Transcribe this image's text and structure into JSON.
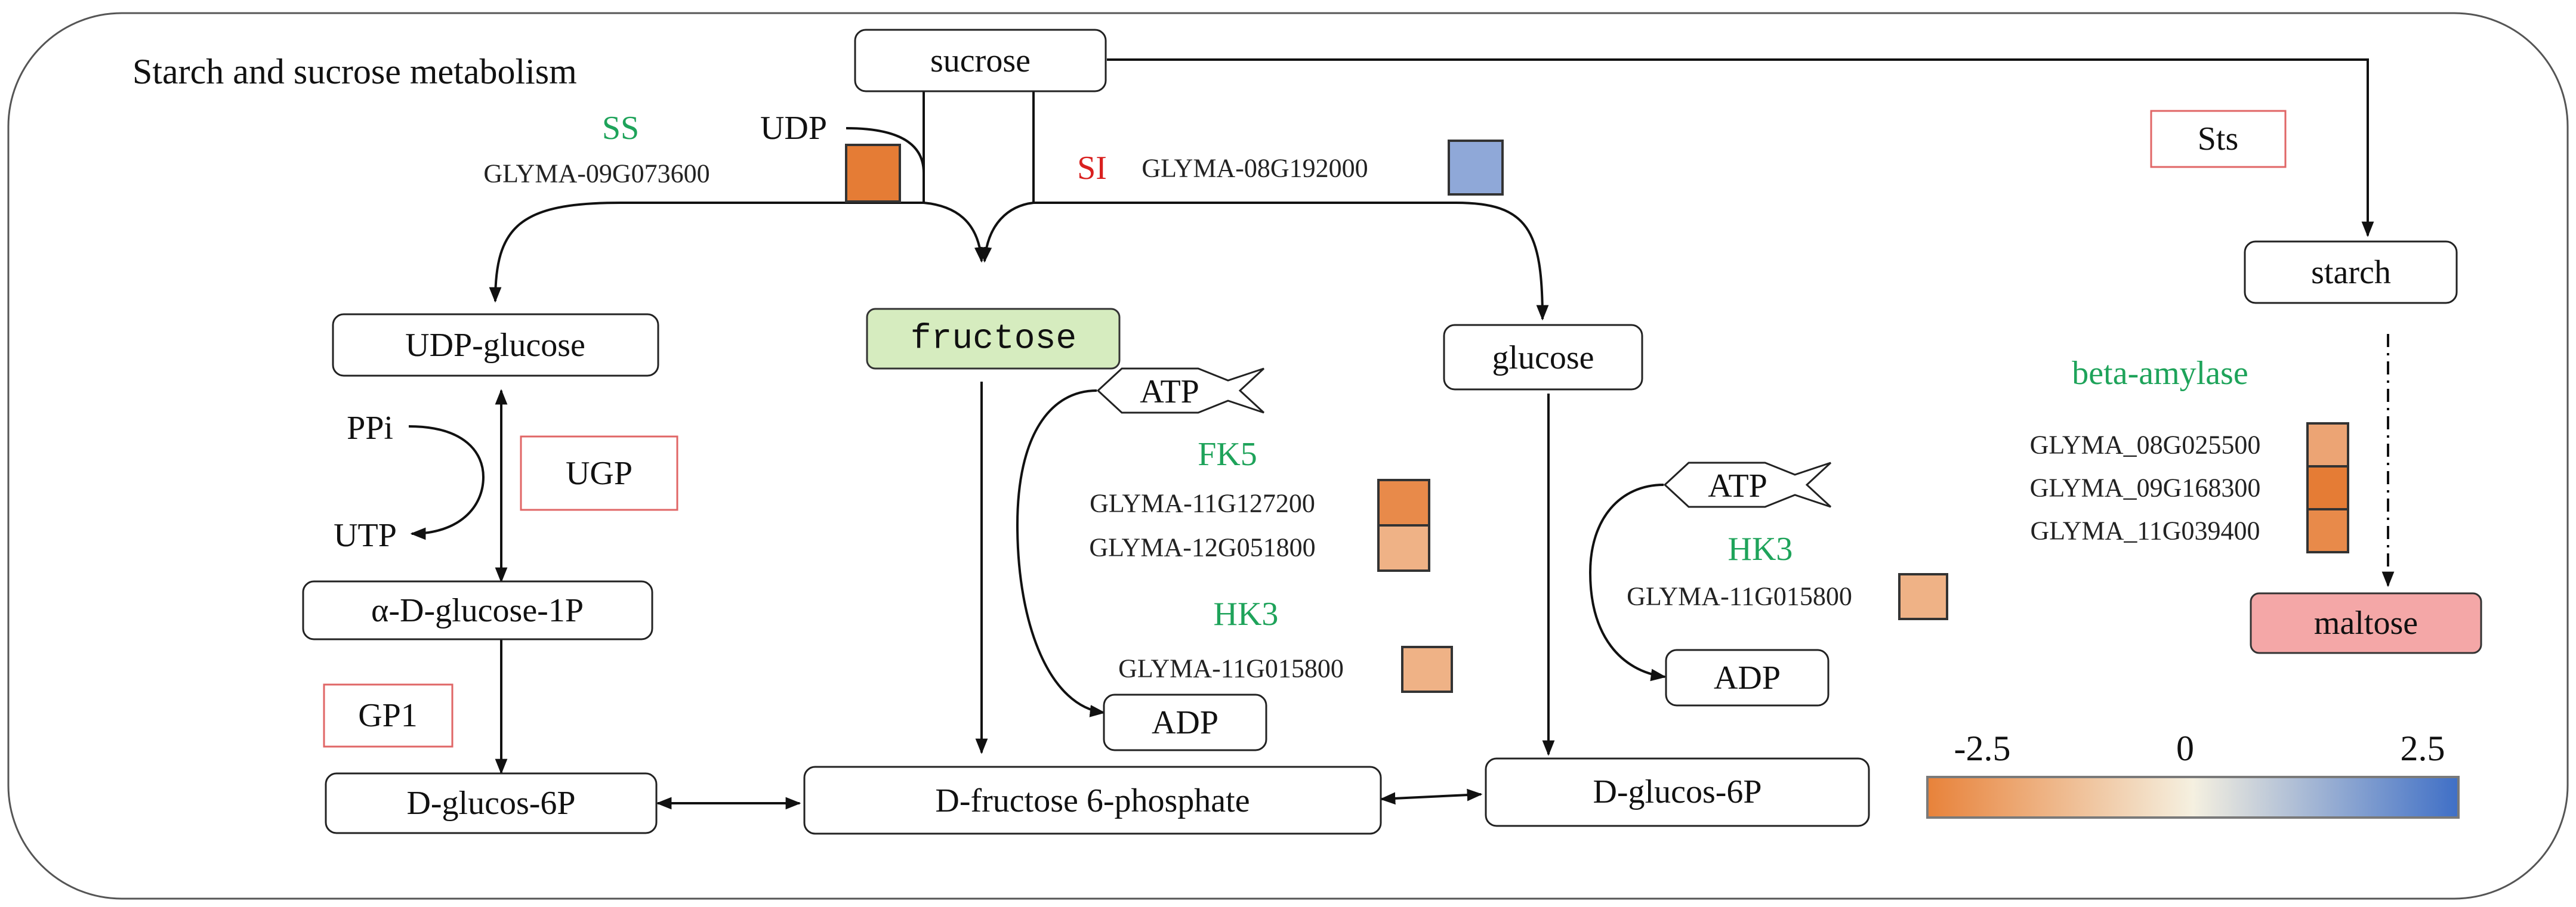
{
  "title": "Starch and sucrose metabolism",
  "metabolites": {
    "sucrose": "sucrose",
    "udp": "UDP",
    "udp_glucose": "UDP-glucose",
    "ppi": "PPi",
    "utp": "UTP",
    "alpha_glucose_1p": "α-D-glucose-1P",
    "glucos_6p_left": "D-glucos-6P",
    "fructose": "fructose",
    "fructose_6p": "D-fructose 6-phosphate",
    "glucose": "glucose",
    "glucos_6p_right": "D-glucos-6P",
    "atp_1": "ATP",
    "atp_2": "ATP",
    "adp_1": "ADP",
    "adp_2": "ADP",
    "starch": "starch",
    "maltose": "maltose"
  },
  "enzyme_boxes": {
    "ugp": "UGP",
    "gp1": "GP1",
    "sts": "Sts"
  },
  "enzyme_labels": {
    "ss": "SS",
    "si": "SI",
    "fk5": "FK5",
    "hk3_left": "HK3",
    "hk3_right": "HK3",
    "beta_amylase": "beta-amylase"
  },
  "genes": {
    "ss_gene": {
      "id": "GLYMA-09G073600",
      "log2fc": -2.3,
      "color": "#e57c35"
    },
    "si_gene": {
      "id": "GLYMA-08G192000",
      "log2fc": 1.5,
      "color": "#8fa8d8"
    },
    "fk5_gene_1": {
      "id": "GLYMA-11G127200",
      "log2fc": -1.9,
      "color": "#e88a4a"
    },
    "fk5_gene_2": {
      "id": "GLYMA-12G051800",
      "log2fc": -1.2,
      "color": "#efb286"
    },
    "hk3_left_gene": {
      "id": "GLYMA-11G015800",
      "log2fc": -1.2,
      "color": "#efb286"
    },
    "hk3_right_gene": {
      "id": "GLYMA-11G015800",
      "log2fc": -1.2,
      "color": "#efb286"
    },
    "bam_gene_1": {
      "id": "GLYMA_08G025500",
      "log2fc": -1.4,
      "color": "#eca474"
    },
    "bam_gene_2": {
      "id": "GLYMA_09G168300",
      "log2fc": -2.2,
      "color": "#e57c35"
    },
    "bam_gene_3": {
      "id": "GLYMA_11G039400",
      "log2fc": -1.8,
      "color": "#e88a4a"
    }
  },
  "colors": {
    "fructose_fill": "#d6ecbf",
    "maltose_fill": "#f4a7a7",
    "enzyme_box_border": "#e06666",
    "enzyme_label_green": "#1ea35a",
    "enzyme_label_red": "#d9201f"
  },
  "legend": {
    "min_label": "-2.5",
    "mid_label": "0",
    "max_label": "2.5",
    "min_value": -2.5,
    "max_value": 2.5,
    "gradient": [
      "#e8823a",
      "#f5f0e0",
      "#3f6fc6"
    ]
  }
}
